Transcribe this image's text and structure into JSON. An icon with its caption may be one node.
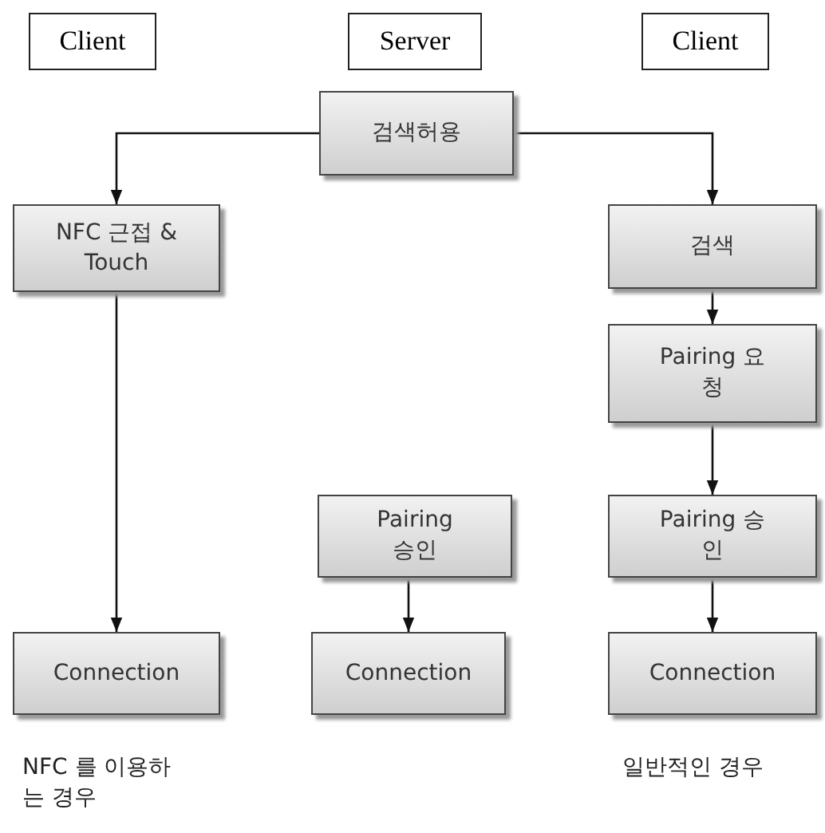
{
  "diagram": {
    "nodes": [
      {
        "text": [
          "Client"
        ]
      },
      {
        "text": [
          "Server"
        ]
      },
      {
        "text": [
          "Client"
        ]
      },
      {
        "text": [
          "검색허용"
        ]
      },
      {
        "text": [
          "NFC 근접 & Touch"
        ]
      },
      {
        "text": [
          "검색"
        ]
      },
      {
        "text": [
          "Pairing 요청"
        ]
      },
      {
        "text": [
          "Pairing 승인"
        ]
      },
      {
        "text": [
          "Pairing 승인"
        ]
      },
      {
        "text": [
          "Connection"
        ]
      },
      {
        "text": [
          "Connection"
        ]
      },
      {
        "text": [
          "Connection"
        ]
      }
    ],
    "edges": [
      {
        "from": 3,
        "to": 4,
        "arrow": "to"
      },
      {
        "from": 3,
        "to": 5,
        "arrow": "to"
      },
      {
        "from": 4,
        "to": 9,
        "arrow": "to"
      },
      {
        "from": 5,
        "to": 6,
        "arrow": "to"
      },
      {
        "from": 6,
        "to": 8,
        "arrow": "to"
      },
      {
        "from": 7,
        "to": 10,
        "arrow": "to"
      },
      {
        "from": 8,
        "to": 11,
        "arrow": "to"
      }
    ],
    "labels": [
      "NFC 를 이용하는 경우",
      "일반적인 경우"
    ]
  }
}
